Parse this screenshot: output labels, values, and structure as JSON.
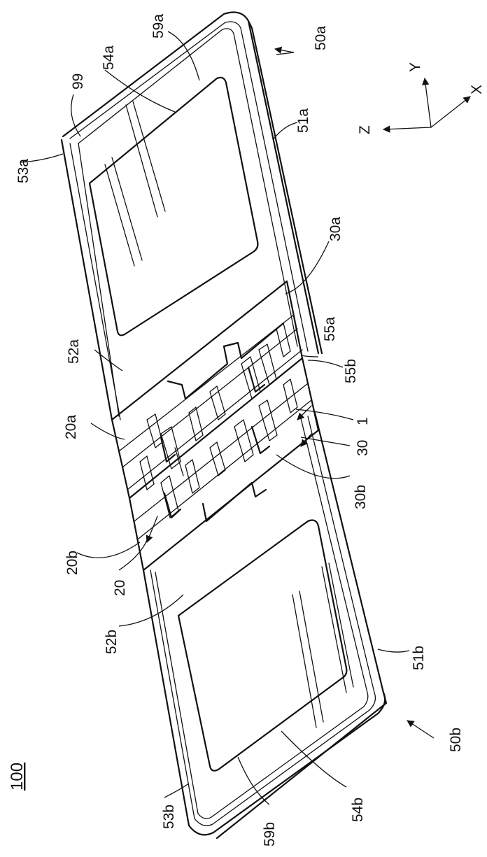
{
  "figure_number": "100",
  "axes": {
    "x": "X",
    "y": "Y",
    "z": "Z"
  },
  "labels": {
    "l99": "99",
    "l59a": "59a",
    "l54a": "54a",
    "l50a": "50a",
    "l53a": "53a",
    "l51a": "51a",
    "l30a": "30a",
    "l52a": "52a",
    "l55a": "55a",
    "l55b": "55b",
    "l20a": "20a",
    "l1": "1",
    "l30": "30",
    "l30b": "30b",
    "l20b": "20b",
    "l20": "20",
    "l52b": "52b",
    "l51b": "51b",
    "l50b": "50b",
    "l53b": "53b",
    "l59b": "59b",
    "l54b": "54b"
  }
}
